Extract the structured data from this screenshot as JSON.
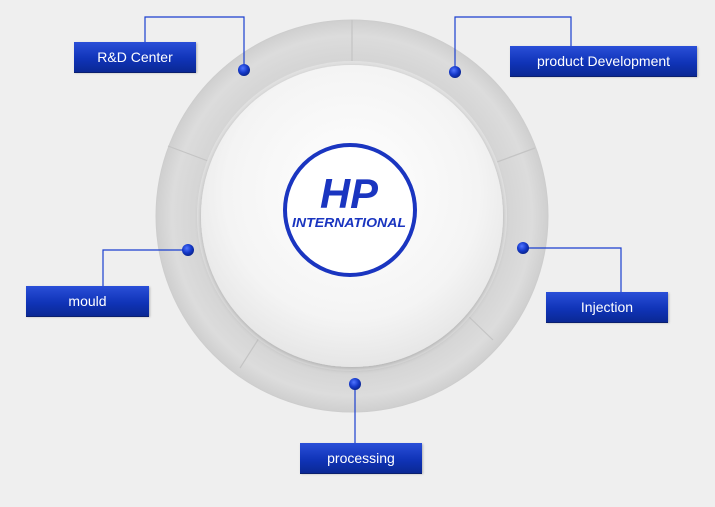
{
  "logo": {
    "main": "HP",
    "sub": "INTERNATIONAL"
  },
  "labels": {
    "rd_center": "R&D Center",
    "product_development": "product Development",
    "mould": "mould",
    "injection": "Injection",
    "processing": "processing"
  },
  "colors": {
    "background": "#efefef",
    "ring": "#d9d9d9",
    "accent_blue": "#1034b8",
    "connector_line": "#1a3fcf"
  }
}
